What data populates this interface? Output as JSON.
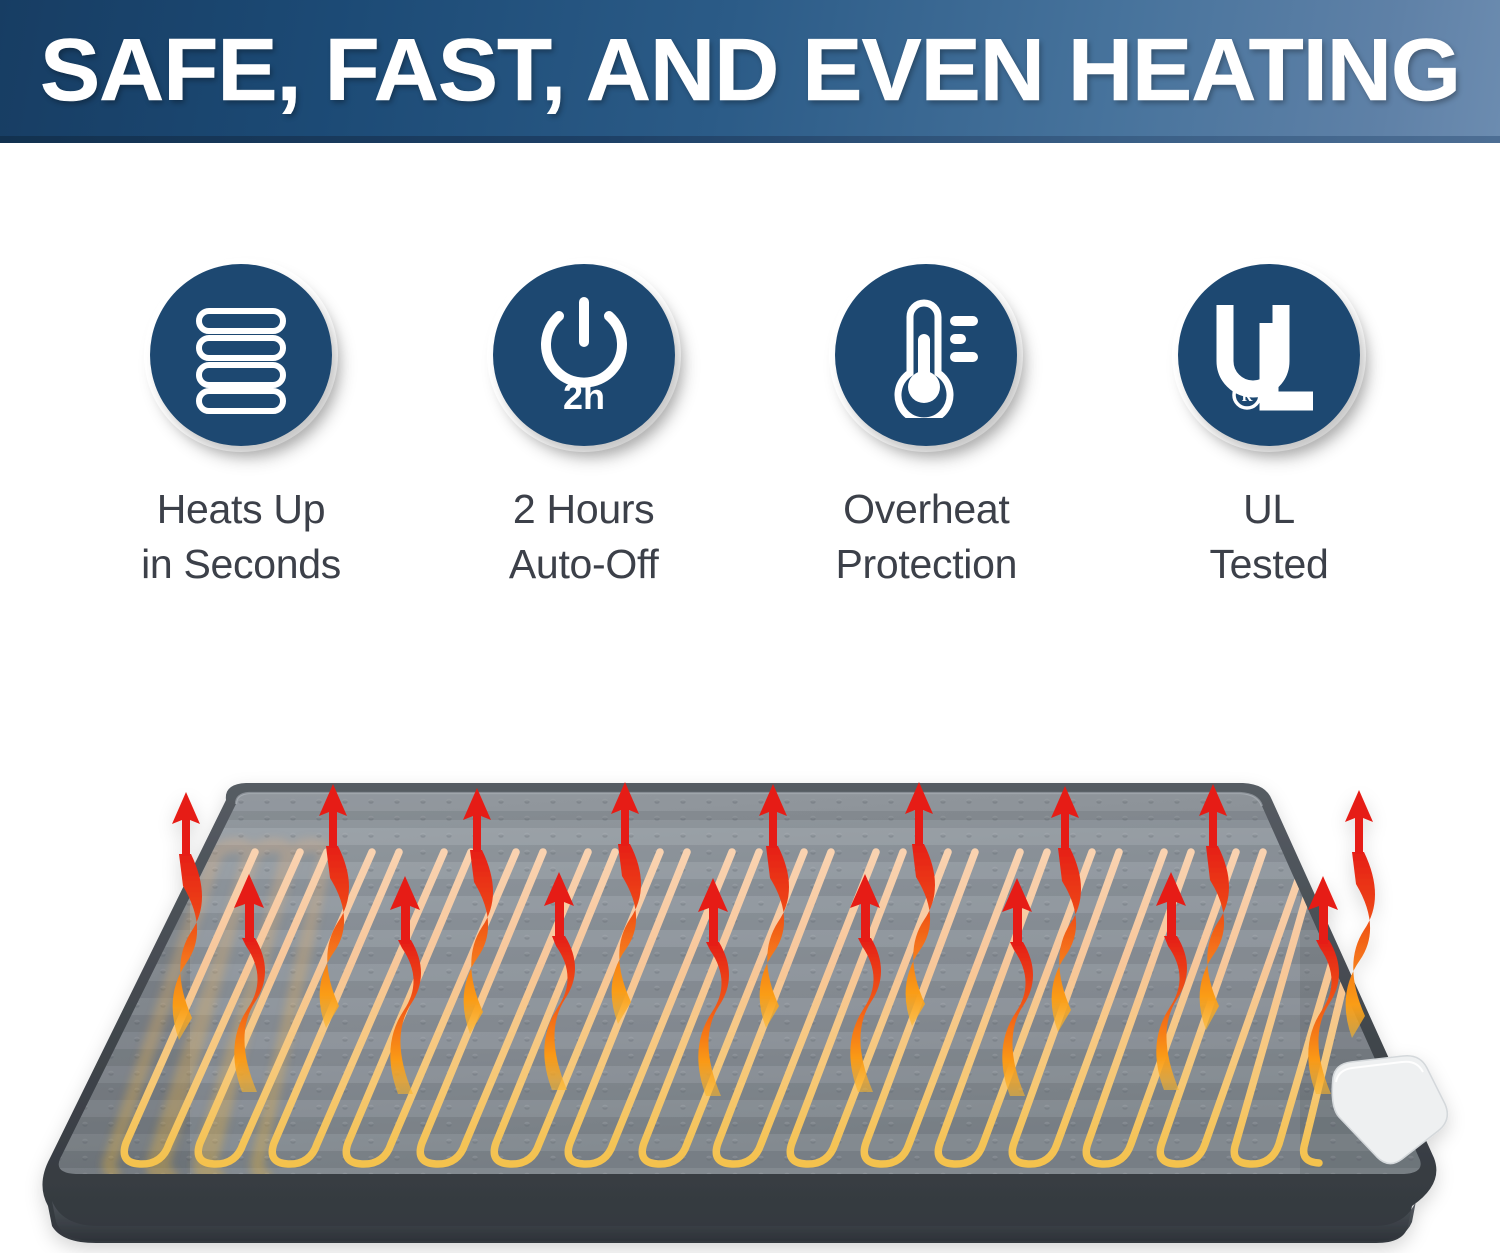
{
  "banner": {
    "title": "SAFE, FAST, AND EVEN HEATING",
    "bg_color_left": "#173d63",
    "bg_color_right": "#6c8cb0",
    "text_color": "#ffffff"
  },
  "features": {
    "accent_color": "#1d4871",
    "label_color": "#3c4049",
    "items": [
      {
        "icon": "stacked-layers-icon",
        "label": "Heats Up\nin Seconds",
        "line1": "Heats Up",
        "line2": "in Seconds"
      },
      {
        "icon": "power-timer-icon",
        "icon_text": "2h",
        "label": "2 Hours\nAuto-Off",
        "line1": "2 Hours",
        "line2": "Auto-Off"
      },
      {
        "icon": "thermometer-icon",
        "label": "Overheat\nProtection",
        "line1": "Overheat",
        "line2": "Protection"
      },
      {
        "icon": "ul-mark-icon",
        "icon_text": "UL",
        "icon_subtext": "®",
        "label": "UL\nTested",
        "line1": "UL",
        "line2": "Tested"
      }
    ]
  },
  "product": {
    "name": "electric-heating-pad",
    "pad_surface_color": "#8e959c",
    "pad_binding_color": "#464b52",
    "wire_color_top": "#f6c9a1",
    "wire_color_bottom": "#f5c452",
    "arrow_color_tip": "#e8251c",
    "arrow_color_base": "#f9a825",
    "tag_color": "#eef0f1",
    "wire_loop_count": 17,
    "arrow_count_back_row": 9,
    "arrow_count_front_row": 8,
    "controller_tag": "white-corner-tag"
  }
}
